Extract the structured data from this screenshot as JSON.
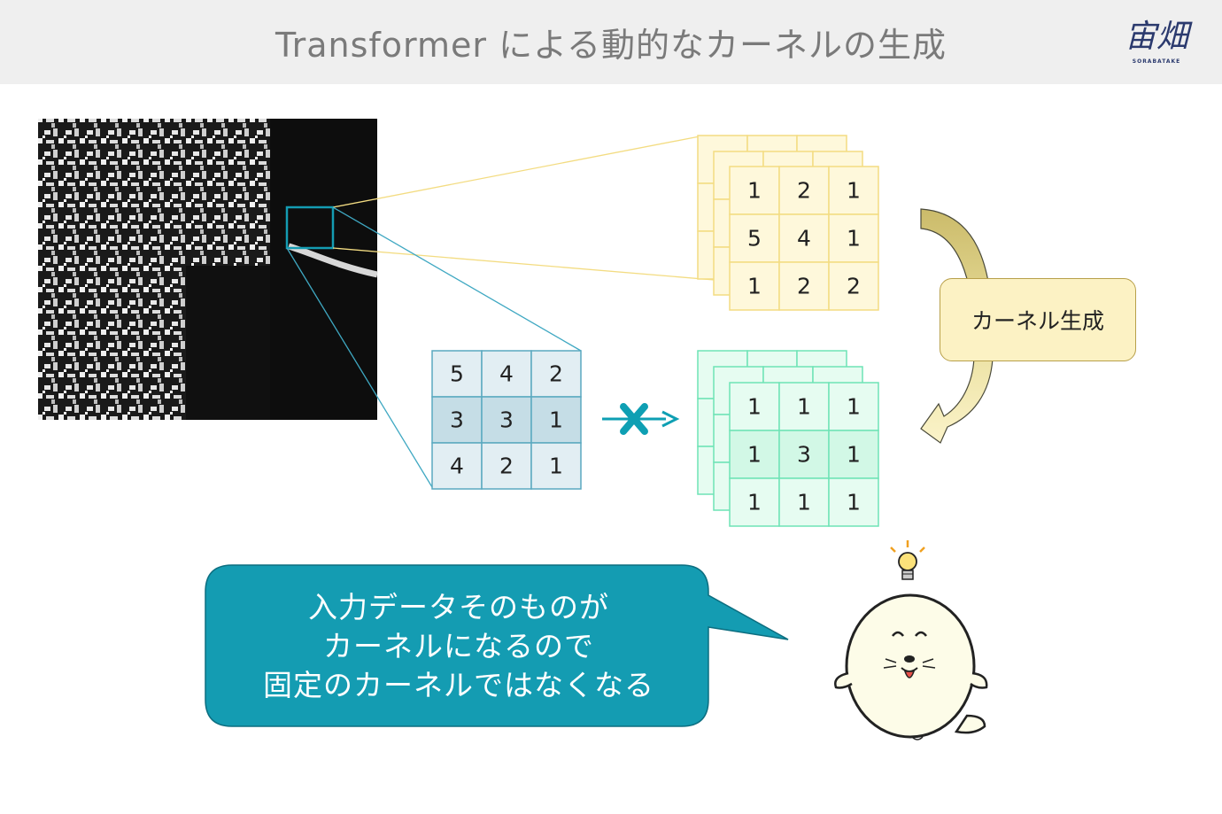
{
  "title": "Transformer による動的なカーネルの生成",
  "logo": {
    "main": "宙畑",
    "sub": "SORABATAKE"
  },
  "kernel_label": "カーネル生成",
  "input_grid": [
    [
      5,
      4,
      2
    ],
    [
      3,
      3,
      1
    ],
    [
      4,
      2,
      1
    ]
  ],
  "generated_kernel_yellow": [
    [
      1,
      2,
      1
    ],
    [
      5,
      4,
      1
    ],
    [
      1,
      2,
      2
    ]
  ],
  "generated_kernel_green": [
    [
      1,
      1,
      1
    ],
    [
      1,
      3,
      1
    ],
    [
      1,
      1,
      1
    ]
  ],
  "bubble_lines": [
    "入力データそのものが",
    "カーネルになるので",
    "固定のカーネルではなくなる"
  ],
  "colors": {
    "yellow_fill": "#fef8db",
    "yellow_border": "#f3dc82",
    "green_fill": "#e6fcf1",
    "green_border": "#6fe3b6",
    "blue_fill": "#e2eef3",
    "blue_mid": "#c5dde6",
    "blue_border": "#5aa9c0",
    "teal": "#0e9fb3",
    "bubble": "#149cb2"
  }
}
